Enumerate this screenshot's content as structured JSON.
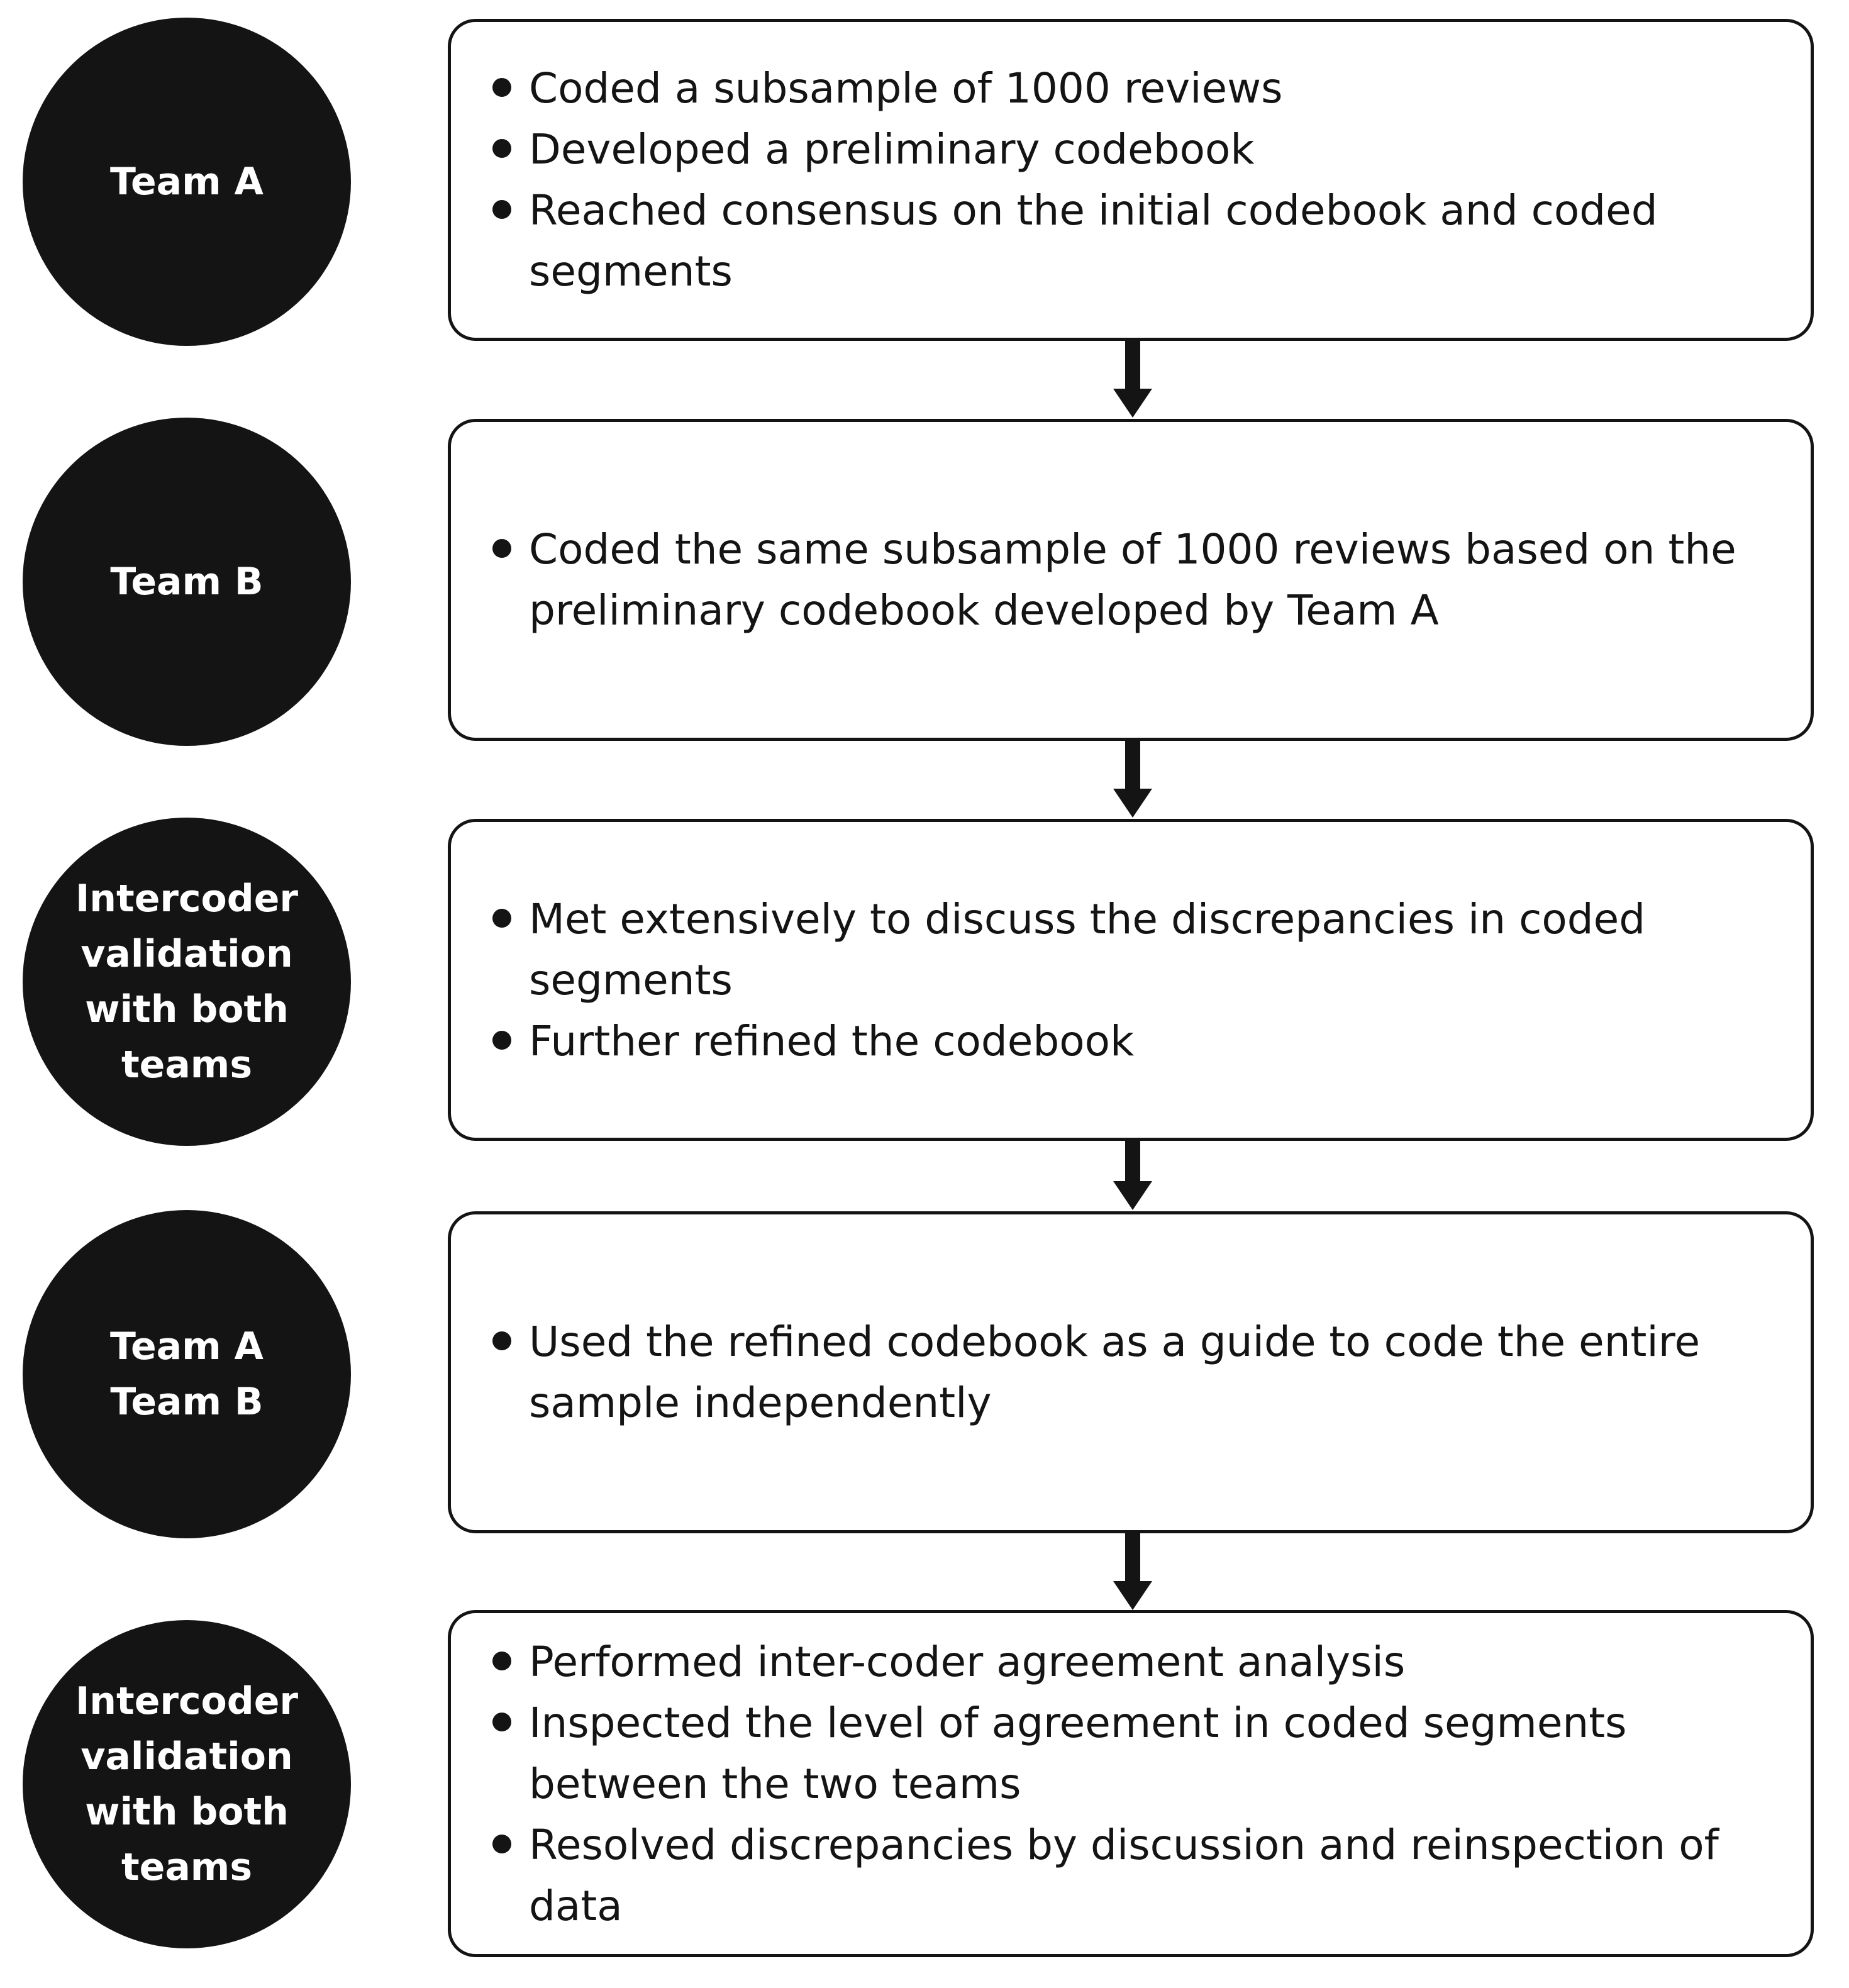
{
  "steps": [
    {
      "team": [
        "Team A"
      ],
      "bullets": [
        "Coded a subsample of 1000 reviews",
        "Developed a preliminary codebook",
        "Reached consensus on the initial codebook and coded segments"
      ]
    },
    {
      "team": [
        "Team B"
      ],
      "bullets": [
        "Coded the same subsample of 1000 reviews based on the preliminary codebook developed by Team A"
      ]
    },
    {
      "team": [
        "Intercoder",
        "validation",
        "with both",
        "teams"
      ],
      "bullets": [
        "Met extensively to discuss the discrepancies in coded segments",
        "Further refined the codebook"
      ]
    },
    {
      "team": [
        "Team A",
        "Team B"
      ],
      "bullets": [
        "Used the refined codebook as a guide to code the entire sample independently"
      ]
    },
    {
      "team": [
        "Intercoder",
        "validation",
        "with both",
        "teams"
      ],
      "bullets": [
        "Performed inter-coder agreement analysis",
        "Inspected the level of agreement in coded segments between the two teams",
        "Resolved discrepancies by discussion and reinspection of data"
      ]
    }
  ]
}
